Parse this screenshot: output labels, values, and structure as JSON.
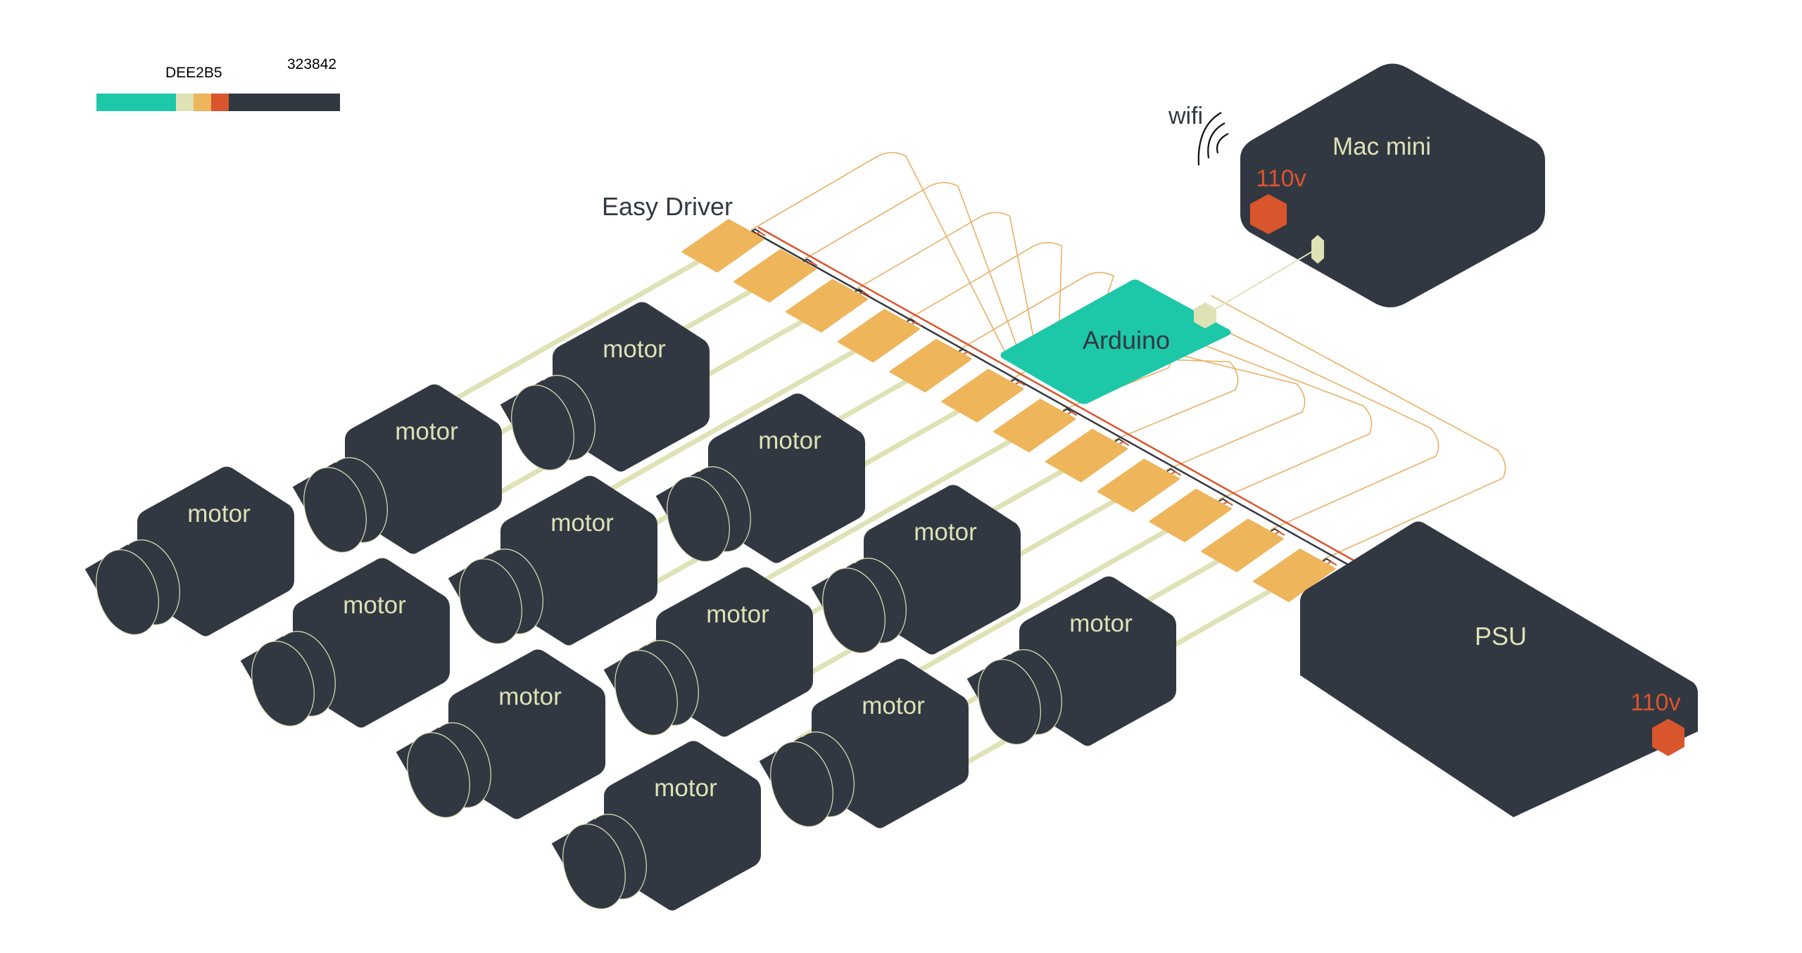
{
  "palette": {
    "labels": {
      "cream": "DEE2B5",
      "dark": "323842"
    },
    "swatches": [
      {
        "name": "teal",
        "color": "#1DC8A8"
      },
      {
        "name": "cream",
        "color": "#DEE2B5"
      },
      {
        "name": "orange",
        "color": "#EEB55B"
      },
      {
        "name": "red",
        "color": "#D9552C"
      },
      {
        "name": "dark",
        "color": "#323842"
      }
    ]
  },
  "colors": {
    "dark": "#323842",
    "cream": "#DEE2B5",
    "orange": "#EEB55B",
    "red": "#D9552C",
    "teal": "#1DC8A8",
    "wire_orange": "#E8B066"
  },
  "mac_mini": {
    "label": "Mac mini",
    "power_label": "110v"
  },
  "wifi": {
    "label": "wifi"
  },
  "arduino": {
    "label": "Arduino"
  },
  "easy_driver": {
    "label": "Easy Driver",
    "count": 12
  },
  "psu": {
    "label": "PSU",
    "power_label": "110v"
  },
  "motors": [
    {
      "label": "motor"
    },
    {
      "label": "motor"
    },
    {
      "label": "motor"
    },
    {
      "label": "motor"
    },
    {
      "label": "motor"
    },
    {
      "label": "motor"
    },
    {
      "label": "motor"
    },
    {
      "label": "motor"
    },
    {
      "label": "motor"
    },
    {
      "label": "motor"
    },
    {
      "label": "motor"
    },
    {
      "label": "motor"
    }
  ]
}
